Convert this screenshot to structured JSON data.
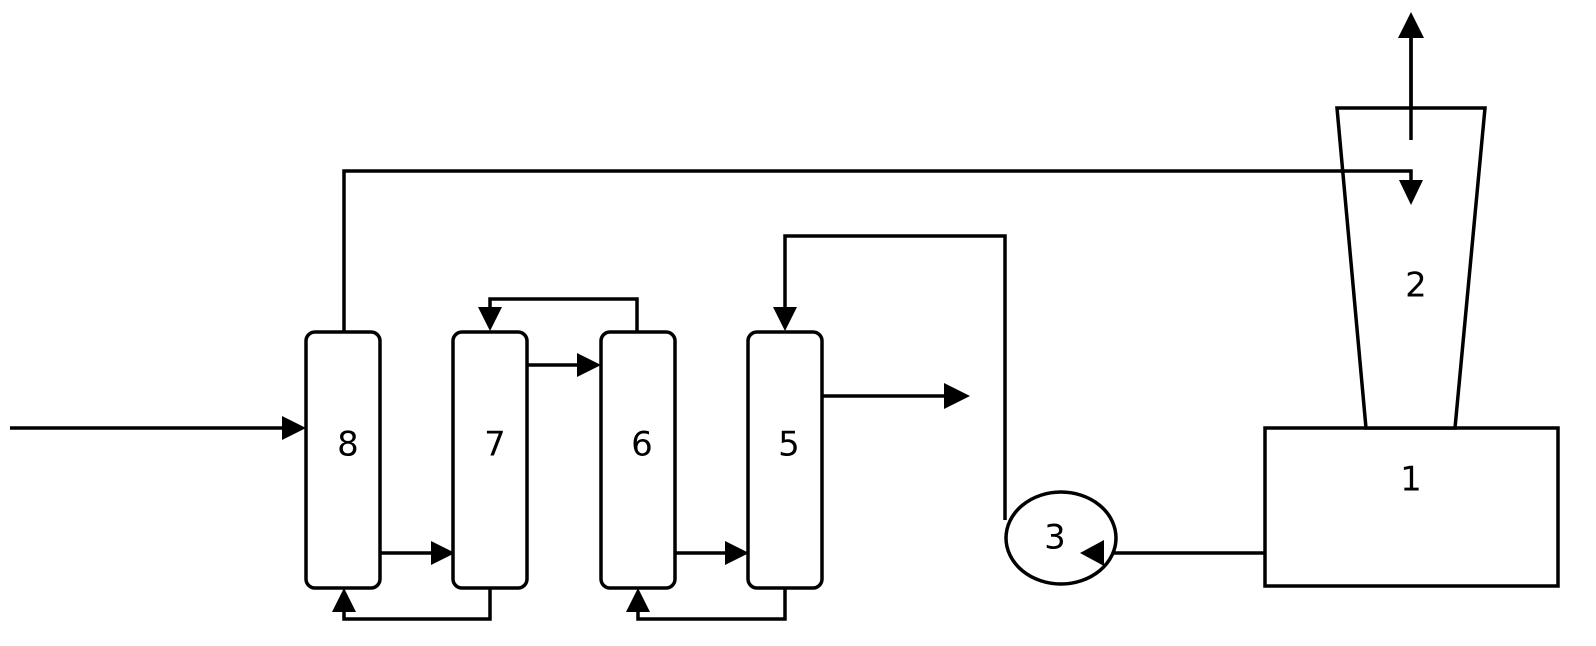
{
  "units": {
    "u1": "1",
    "u2": "2",
    "u3": "3",
    "u5": "5",
    "u6": "6",
    "u7": "7",
    "u8": "8"
  }
}
